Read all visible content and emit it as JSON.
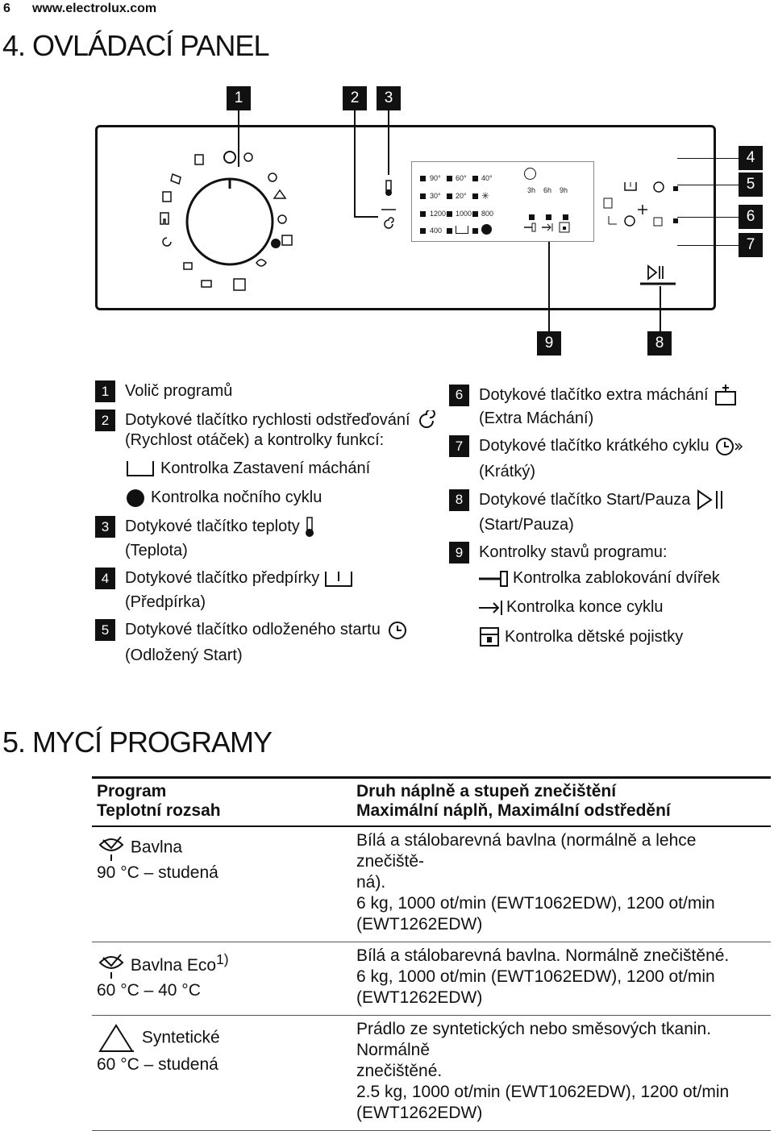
{
  "header": {
    "page_number": "6",
    "website": "www.electrolux.com"
  },
  "section4": {
    "title": "4. OVLÁDACÍ PANEL",
    "callouts": [
      "1",
      "2",
      "3",
      "4",
      "5",
      "6",
      "7",
      "8",
      "9"
    ],
    "panel": {
      "temps": [
        "90°",
        "60°",
        "40°",
        "30°",
        "20°"
      ],
      "speeds": [
        "1200",
        "1000",
        "800",
        "400"
      ],
      "delays": [
        "3h",
        "6h",
        "9h"
      ]
    },
    "legend_left": [
      {
        "num": "1",
        "text": "Volič programů"
      },
      {
        "num": "2",
        "text": "Dotykové tlačítko rychlosti odstřeďování",
        "cont": "(Rychlost otáček) a kontrolky funkcí:"
      },
      {
        "sub": "Kontrolka Zastavení máchání"
      },
      {
        "sub": "Kontrolka nočního cyklu"
      },
      {
        "num": "3",
        "text": "Dotykové tlačítko teploty",
        "cont": "(Teplota)"
      },
      {
        "num": "4",
        "text": "Dotykové tlačítko předpírky",
        "cont": "(Předpírka)"
      },
      {
        "num": "5",
        "text": "Dotykové tlačítko odloženého startu",
        "cont": "(Odložený Start)"
      }
    ],
    "legend_right": [
      {
        "num": "6",
        "text": "Dotykové tlačítko extra máchání",
        "cont": "(Extra Máchání)"
      },
      {
        "num": "7",
        "text": "Dotykové tlačítko krátkého cyklu",
        "cont": "(Krátký)"
      },
      {
        "num": "8",
        "text": "Dotykové tlačítko Start/Pauza",
        "cont": "(Start/Pauza)"
      },
      {
        "num": "9",
        "text": "Kontrolky stavů programu:"
      },
      {
        "sub": "Kontrolka zablokování dvířek"
      },
      {
        "sub": "Kontrolka konce cyklu"
      },
      {
        "sub": "Kontrolka dětské pojistky"
      }
    ]
  },
  "section5": {
    "title": "5. MYCÍ PROGRAMY",
    "table": {
      "headers": [
        [
          "Program",
          "Teplotní rozsah"
        ],
        [
          "Druh náplně a stupeň znečištění",
          "Maximální náplň, Maximální odstředění"
        ]
      ],
      "rows": [
        {
          "program": "Bavlna",
          "sup": "",
          "temp": "90 °C – studená",
          "desc": [
            "Bílá a stálobarevná bavlna (normálně a lehce znečiště-",
            "ná).",
            "6 kg, 1000 ot/min (EWT1062EDW), 1200 ot/min",
            "(EWT1262EDW)"
          ]
        },
        {
          "program": "Bavlna Eco",
          "sup": "1)",
          "temp": "60 °C – 40 °C",
          "desc": [
            "Bílá a stálobarevná bavlna. Normálně znečištěné.",
            "6 kg, 1000 ot/min (EWT1062EDW), 1200 ot/min",
            "(EWT1262EDW)"
          ]
        },
        {
          "program": "Syntetické",
          "sup": "",
          "temp": "60 °C – studená",
          "desc": [
            "Prádlo ze syntetických nebo směsových tkanin. Normálně",
            "znečištěné.",
            "2.5 kg, 1000 ot/min (EWT1062EDW), 1200 ot/min",
            "(EWT1262EDW)"
          ]
        }
      ]
    }
  }
}
